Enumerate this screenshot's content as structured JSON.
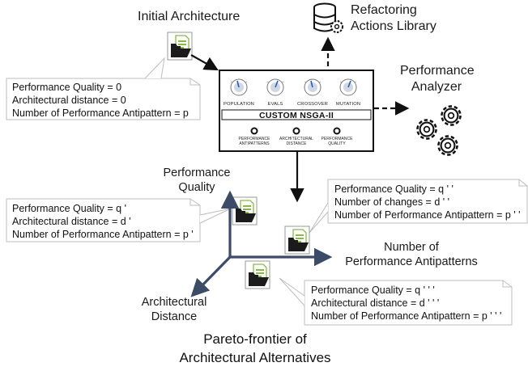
{
  "labels": {
    "initial_architecture": "Initial Architecture",
    "refactoring_library_line1": "Refactoring",
    "refactoring_library_line2": "Actions Library",
    "performance_analyzer_line1": "Performance",
    "performance_analyzer_line2": "Analyzer",
    "axis_quality_line1": "Performance",
    "axis_quality_line2": "Quality",
    "axis_antipatterns_line1": "Number of",
    "axis_antipatterns_line2": "Performance Antipatterns",
    "axis_distance_line1": "Architectural",
    "axis_distance_line2": "Distance",
    "pareto_line1": "Pareto-frontier of",
    "pareto_line2": "Architectural Alternatives"
  },
  "nsga": {
    "title": "CUSTOM NSGA-II",
    "knobs": [
      "POPULATION",
      "EVALS",
      "CROSSOVER",
      "MUTATION"
    ],
    "objectives": [
      [
        "PERFORMANCE",
        "ANTIPATTERNS"
      ],
      [
        "ARCHITECTURAL",
        "DISTANCE"
      ],
      [
        "PERFORMANCE",
        "QUALITY"
      ]
    ]
  },
  "notes": {
    "initial": [
      "Performance Quality = 0",
      "Architectural distance = 0",
      "Number of Performance Antipattern = p"
    ],
    "alt1": [
      "Performance Quality = q '",
      "Architectural distance = d '",
      "Number of Performance Antipattern = p '"
    ],
    "alt2": [
      "Performance Quality = q ' '",
      "Number of changes = d ' '",
      "Number of Performance Antipattern = p ' '"
    ],
    "alt3": [
      "Performance Quality = q ' ' '",
      "Architectural distance =  d ' ' '",
      "Number of Performance Antipattern = p ' ' '"
    ]
  },
  "icons": {
    "doc": "document-folder-icon",
    "database": "database-gear-icon",
    "gears": "gears-icon"
  },
  "colors": {
    "axis": "#3c4b66",
    "doc_green": "#8ab84a",
    "folder": "#1b1b1b",
    "note_border": "#bdbdbd"
  }
}
